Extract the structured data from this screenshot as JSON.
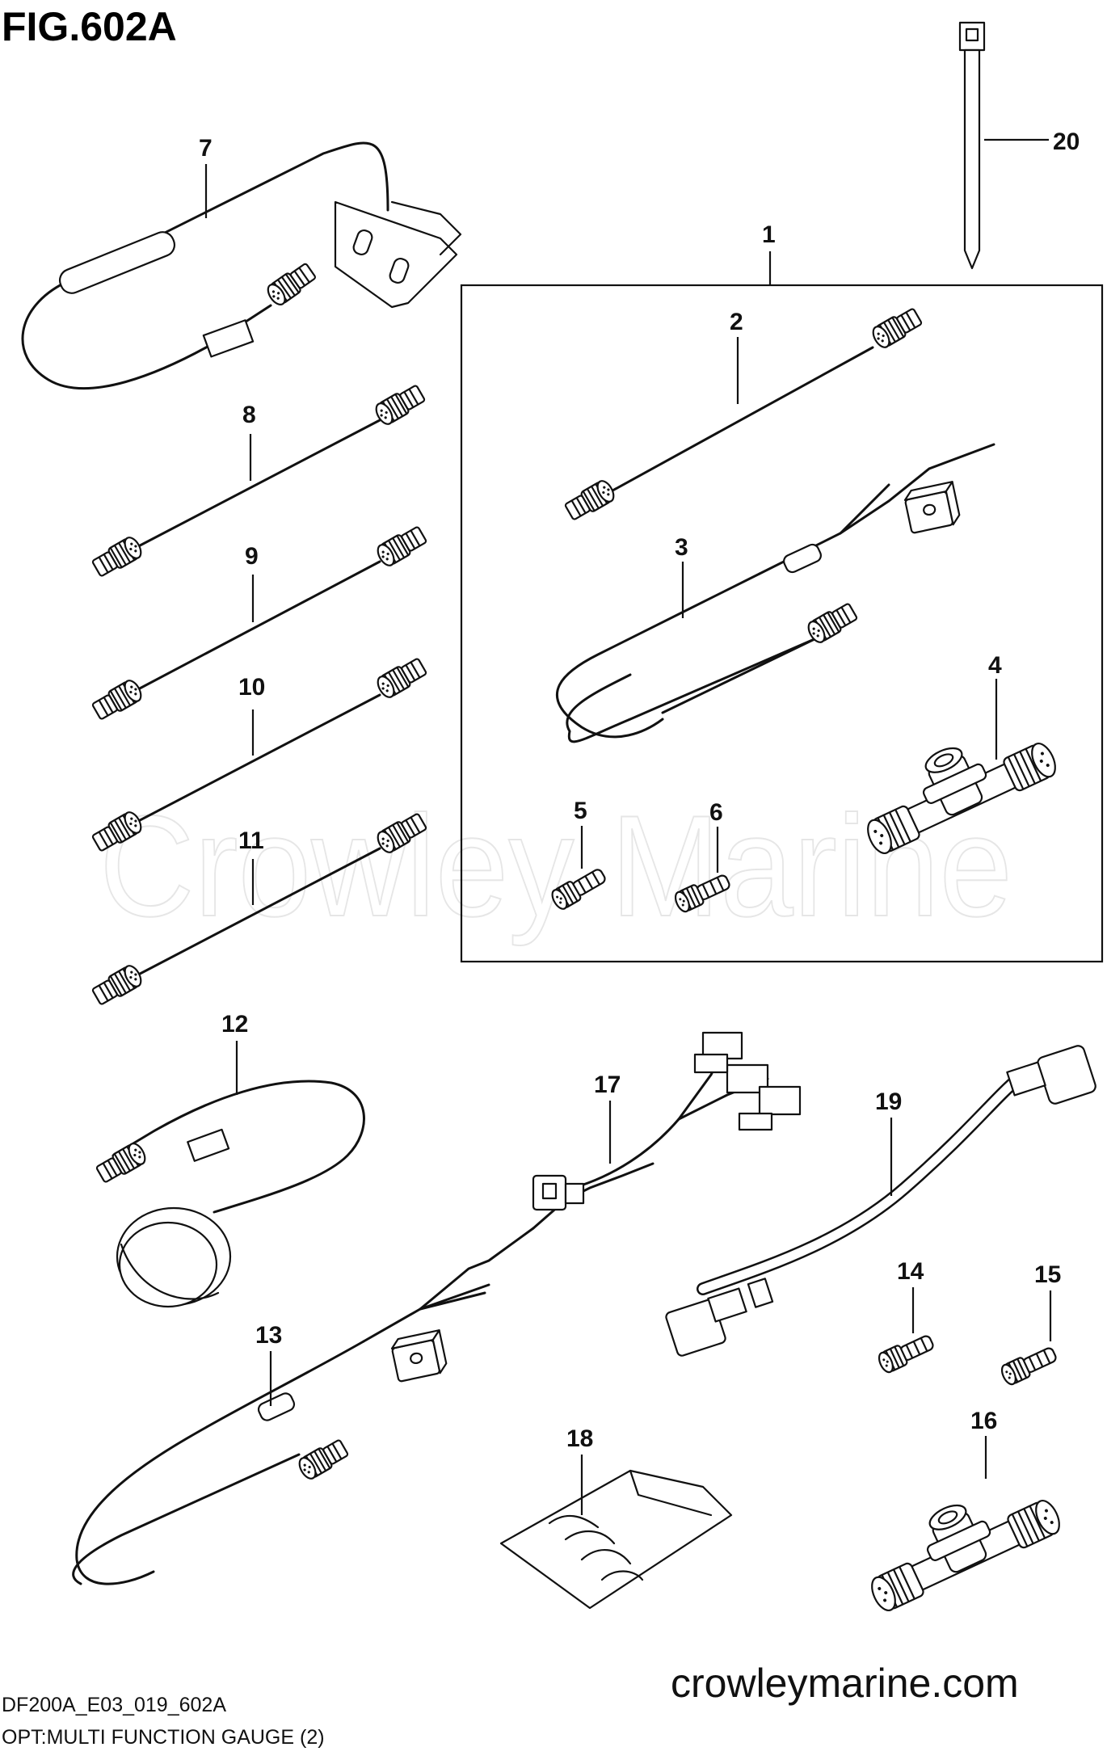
{
  "figure_title": "FIG.602A",
  "watermark": "Crowley Marine",
  "drawing_code": "DF200A_E03_019_602A",
  "subtitle": "OPT:MULTI FUNCTION GAUGE (2)",
  "website": "crowleymarine.com",
  "part_labels": {
    "p1": "1",
    "p2": "2",
    "p3": "3",
    "p4": "4",
    "p5": "5",
    "p6": "6",
    "p7": "7",
    "p8": "8",
    "p9": "9",
    "p10": "10",
    "p11": "11",
    "p12": "12",
    "p13": "13",
    "p14": "14",
    "p15": "15",
    "p16": "16",
    "p17": "17",
    "p18": "18",
    "p19": "19",
    "p20": "20"
  }
}
